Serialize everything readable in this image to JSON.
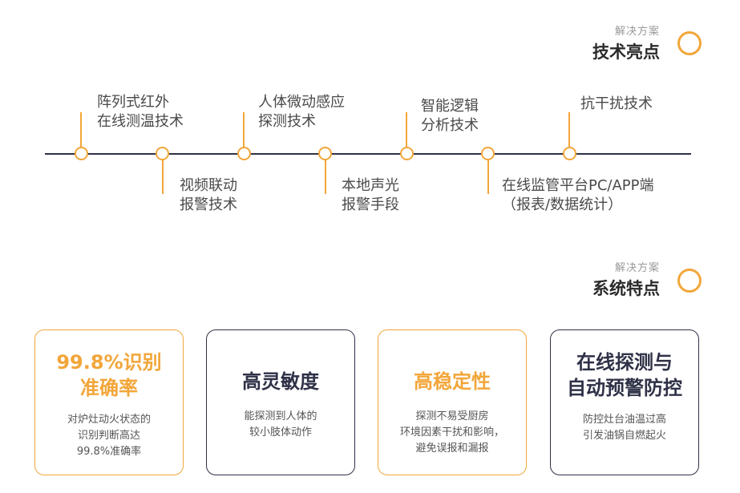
{
  "section1": {
    "subtitle": "解决方案",
    "title": "技术亮点"
  },
  "section2": {
    "subtitle": "解决方案",
    "title": "系统特点"
  },
  "timeline": {
    "items": [
      {
        "line1": "阵列式红外",
        "line2": "在线测温技术"
      },
      {
        "line1": "视频联动",
        "line2": "报警技术"
      },
      {
        "line1": "人体微动感应",
        "line2": "探测技术"
      },
      {
        "line1": "本地声光",
        "line2": "报警手段"
      },
      {
        "line1": "智能逻辑",
        "line2": "分析技术"
      },
      {
        "line1": "在线监管平台PC/APP端",
        "line2": "（报表/数据统计）"
      },
      {
        "line1": "抗干扰技术",
        "line2": ""
      }
    ]
  },
  "cards": [
    {
      "title1": "99.8%识别",
      "title2": "准确率",
      "desc1": "对炉灶动火状态的",
      "desc2": "识别判断高达",
      "desc3": "99.8%准确率"
    },
    {
      "title1": "高灵敏度",
      "title2": "",
      "desc1": "能探测到人体的",
      "desc2": "较小肢体动作",
      "desc3": ""
    },
    {
      "title1": "高稳定性",
      "title2": "",
      "desc1": "探测不易受厨房",
      "desc2": "环境因素干扰和影响，",
      "desc3": "避免误报和漏报"
    },
    {
      "title1": "在线探测与",
      "title2": "自动预警防控",
      "desc1": "防控灶台油温过高",
      "desc2": "引发油锅自燃起火",
      "desc3": ""
    }
  ],
  "colors": {
    "accent": "#f2a63a",
    "navy": "#2f3147"
  }
}
